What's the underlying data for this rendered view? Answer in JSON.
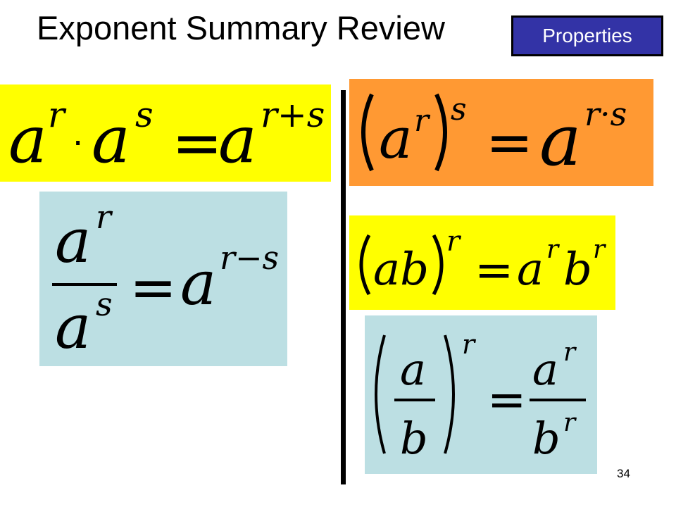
{
  "slide": {
    "title": "Exponent Summary Review",
    "button_label": "Properties",
    "page_number": "34"
  },
  "formulas": {
    "product": {
      "base": "a",
      "exp1": "r",
      "exp2": "s",
      "dot": "·",
      "equals": "=",
      "result_exp": "r+s"
    },
    "quotient": {
      "num_base": "a",
      "num_exp": "r",
      "den_base": "a",
      "den_exp": "s",
      "equals": "=",
      "result_exp": "r−s"
    },
    "power": {
      "base": "a",
      "inner_exp": "r",
      "outer_exp": "s",
      "equals": "=",
      "result_exp": "r·s"
    },
    "product_power": {
      "inner": "ab",
      "outer_exp": "r",
      "equals": "=",
      "a": "a",
      "b": "b",
      "exp": "r"
    },
    "quotient_power": {
      "num": "a",
      "den": "b",
      "outer_exp": "r",
      "equals": "=",
      "exp": "r"
    }
  },
  "colors": {
    "yellow": "#ffff00",
    "orange": "#ff9933",
    "light_blue": "#bcdfe3",
    "button": "#3333a6"
  }
}
